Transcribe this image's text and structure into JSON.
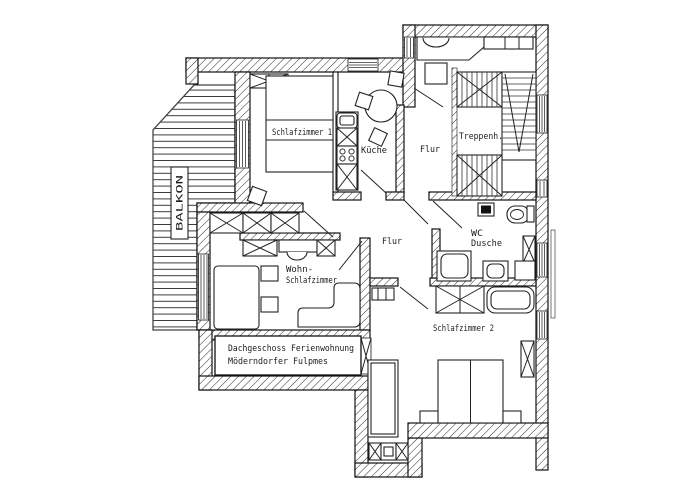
{
  "document": {
    "type": "apartment-floor-plan",
    "background": "#ffffff",
    "ink": "#1c1c1c"
  },
  "labels": {
    "balcony": "BALKON",
    "bedroom1": "Schlafzimmer 1",
    "kitchen": "Küche",
    "hall_top": "Flur",
    "stairs": "Treppenh.",
    "hall_mid": "Flur",
    "wc_line1": "WC",
    "wc_line2": "Dusche",
    "living_line1": "Wohn-",
    "living_line2": "Schlafzimmer",
    "bedroom2": "Schlafzimmer 2",
    "caption_line1": "Dachgeschoss Ferienwohnung",
    "caption_line2": "Möderndorfer Fulpmes"
  }
}
